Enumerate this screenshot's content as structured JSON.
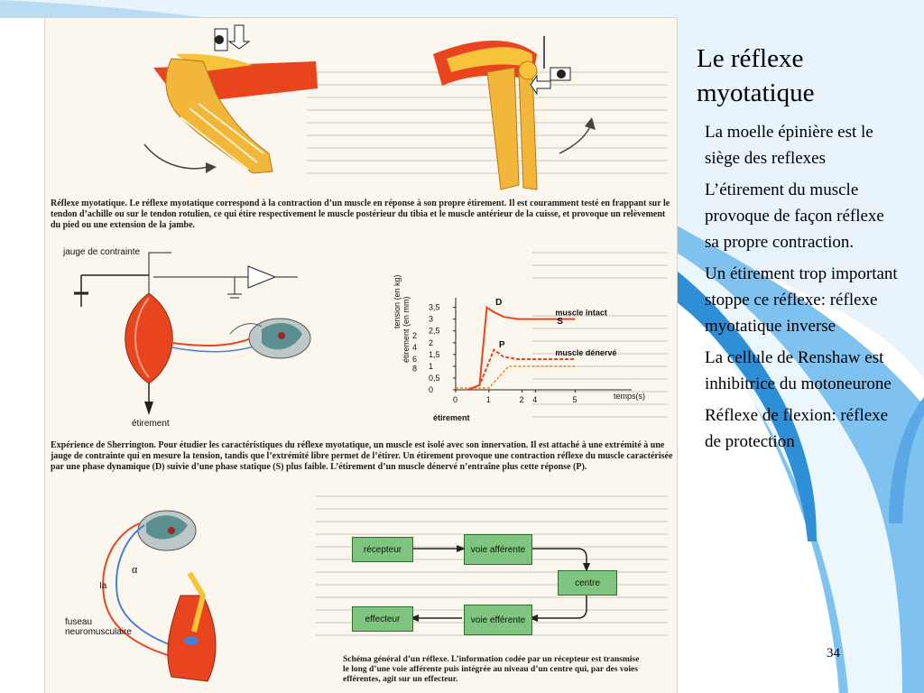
{
  "slide": {
    "title": "Le réflexe myotatique",
    "bullets": [
      "La moelle épinière est le siège des reflexes",
      "L’étirement du muscle provoque de façon réflexe sa propre contraction.",
      "Un étirement trop important stoppe ce réflexe: réflexe myotatique inverse",
      "La cellule de Renshaw est inhibitrice du motoneurone",
      "Réflexe de flexion: réflexe de protection"
    ],
    "page_number": "34"
  },
  "figure": {
    "caption1": "Réflexe myotatique. Le réflexe myotatique correspond à la contraction d’un muscle en réponse à son propre étirement. Il est couramment testé en frappant sur le tendon d’achille ou sur le tendon rotulien, ce qui étire respectivement le muscle postérieur du tibia et le muscle antérieur de la cuisse, et provoque un relèvement du pied ou une extension de la jambe.",
    "caption2": "Expérience de Sherrington. Pour étudier les caractéristiques du réflexe myotatique, un muscle est isolé avec son innervation. Il est attaché à une extrémité à une jauge de contrainte qui en mesure la tension, tandis que l’extrémité libre permet de l’étirer. Un étirement provoque une contraction réflexe du muscle caractérisée par une phase dynamique (D) suivie d’une phase statique (S) plus faible. L’étirement d’un muscle dénervé n’entraîne plus cette réponse (P).",
    "caption3": "Schéma général d’un réflexe. L’information codée par un récepteur est transmise le long d’une voie afférente puis intégrée au niveau d’un centre qui, par des voies efférentes, agit sur un effecteur.",
    "jauge_label": "jauge de contrainte",
    "etirement_label": "étirement",
    "flow": {
      "recepteur": "récepteur",
      "voie_afferente": "voie afférente",
      "centre": "centre",
      "voie_efferente": "voie efférente",
      "effecteur": "effecteur"
    },
    "neuro_labels": {
      "alpha": "α",
      "ia": "Ia",
      "fuseau": "fuseau neuromusculaire"
    }
  },
  "chart_data": {
    "type": "line",
    "ylabel_tension": "tension (en kg)",
    "ylabel_etirement": "étirement (en mm)",
    "xlabel": "temps(s)",
    "x_marker_label": "étirement",
    "tension_ticks": [
      "3,5",
      "3",
      "2,5",
      "2",
      "1,5",
      "1",
      "0,5",
      "0"
    ],
    "etirement_ticks": [
      "2",
      "4",
      "6",
      "8"
    ],
    "x_ticks": [
      "0",
      "1",
      "2",
      "4",
      "5"
    ],
    "series": [
      {
        "name": "muscle intact",
        "points": [
          [
            0.5,
            0
          ],
          [
            1,
            0.2
          ],
          [
            1.3,
            3.5
          ],
          [
            1.6,
            3.3
          ],
          [
            2,
            3.1
          ],
          [
            2.6,
            3.0
          ],
          [
            5,
            3.0
          ]
        ]
      },
      {
        "name": "muscle dénervé",
        "points": [
          [
            0.5,
            0
          ],
          [
            1,
            0.2
          ],
          [
            1.6,
            1.7
          ],
          [
            2,
            1.4
          ],
          [
            2.6,
            1.3
          ],
          [
            5,
            1.3
          ]
        ]
      }
    ],
    "phase_labels": [
      "D",
      "S",
      "P"
    ]
  }
}
